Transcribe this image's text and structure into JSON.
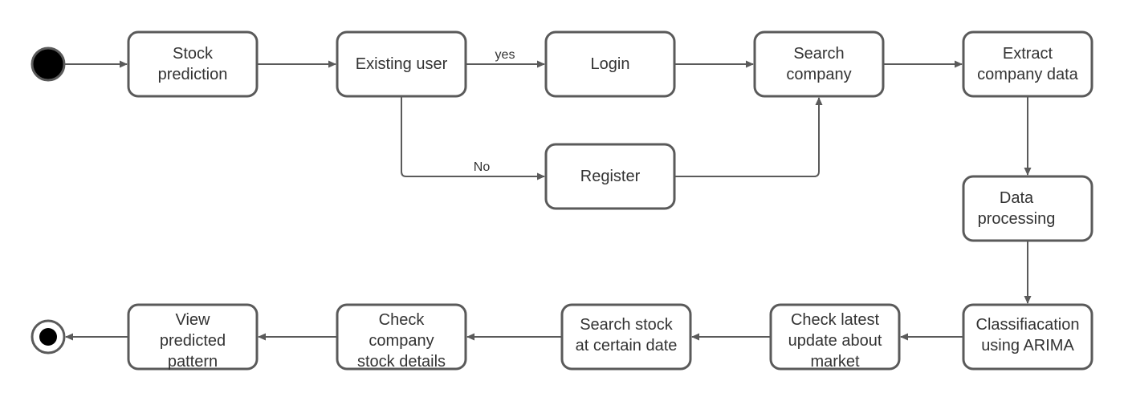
{
  "nodes": {
    "stock_prediction": [
      "Stock",
      "prediction"
    ],
    "existing_user": [
      "Existing user"
    ],
    "login": [
      "Login"
    ],
    "search_company": [
      "Search",
      "company"
    ],
    "extract_company_data": [
      "Extract",
      "company data"
    ],
    "register": [
      "Register"
    ],
    "data_processing": [
      "Data",
      "processing"
    ],
    "classification": [
      "Classifiacation",
      "using ARIMA"
    ],
    "check_latest_update": [
      "Check latest",
      "update about",
      "market"
    ],
    "search_stock_date": [
      "Search stock",
      "at certain date"
    ],
    "check_company_stock": [
      "Check",
      "company",
      "stock details"
    ],
    "view_predicted_pattern": [
      "View",
      "predicted",
      "pattern"
    ]
  },
  "guards": {
    "yes": "yes",
    "no": "No"
  },
  "colors": {
    "stroke": "#5a5a5a",
    "text": "#333333",
    "start_fill": "#000000",
    "background": "#ffffff"
  }
}
